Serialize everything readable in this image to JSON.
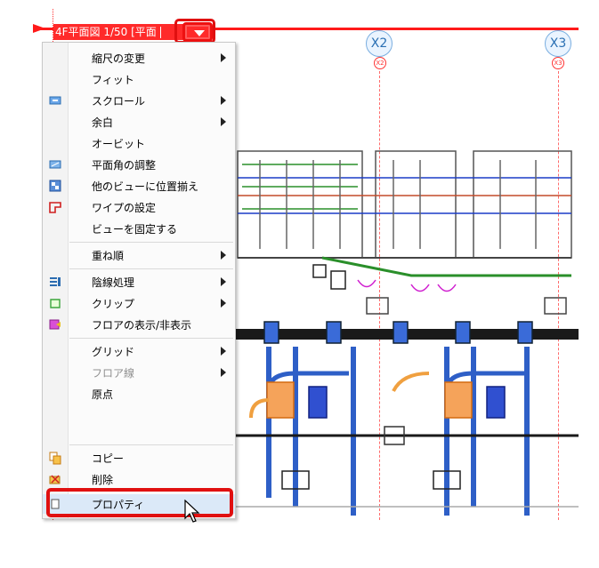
{
  "view": {
    "title": "4F平面図 1/50 [平面",
    "grid_labels": [
      "X2",
      "X3"
    ],
    "grid_mini_labels": [
      "X2",
      "X3"
    ]
  },
  "menu": {
    "items": [
      {
        "label": "縮尺の変更",
        "icon": "",
        "submenu": true
      },
      {
        "label": "フィット",
        "icon": "",
        "submenu": false
      },
      {
        "label": "スクロール",
        "icon": "scroll-icon",
        "submenu": true
      },
      {
        "label": "余白",
        "icon": "",
        "submenu": true
      },
      {
        "label": "オービット",
        "icon": "",
        "submenu": false
      },
      {
        "label": "平面角の調整",
        "icon": "plane-angle-icon",
        "submenu": false
      },
      {
        "label": "他のビューに位置揃え",
        "icon": "align-view-icon",
        "submenu": false
      },
      {
        "label": "ワイプの設定",
        "icon": "wipe-icon",
        "submenu": false
      },
      {
        "label": "ビューを固定する",
        "icon": "",
        "submenu": false
      },
      {
        "label": "重ね順",
        "icon": "",
        "submenu": true
      },
      {
        "label": "陰線処理",
        "icon": "hidden-line-icon",
        "submenu": true
      },
      {
        "label": "クリップ",
        "icon": "clip-icon",
        "submenu": true
      },
      {
        "label": "フロアの表示/非表示",
        "icon": "floor-toggle-icon",
        "submenu": false
      },
      {
        "label": "グリッド",
        "icon": "",
        "submenu": true
      },
      {
        "label": "フロア線",
        "icon": "",
        "submenu": true,
        "disabled": true
      },
      {
        "label": "原点",
        "icon": "",
        "submenu": false
      },
      {
        "label": "コピー",
        "icon": "copy-icon",
        "submenu": false
      },
      {
        "label": "削除",
        "icon": "delete-icon",
        "submenu": false
      },
      {
        "label": "プロパティ",
        "icon": "properties-icon",
        "submenu": false
      }
    ]
  },
  "colors": {
    "frame": "#ff1a1a",
    "highlight": "#e01010",
    "grid_bubble": "#2a6fb3",
    "menu_highlight": "#dbe9f8"
  }
}
